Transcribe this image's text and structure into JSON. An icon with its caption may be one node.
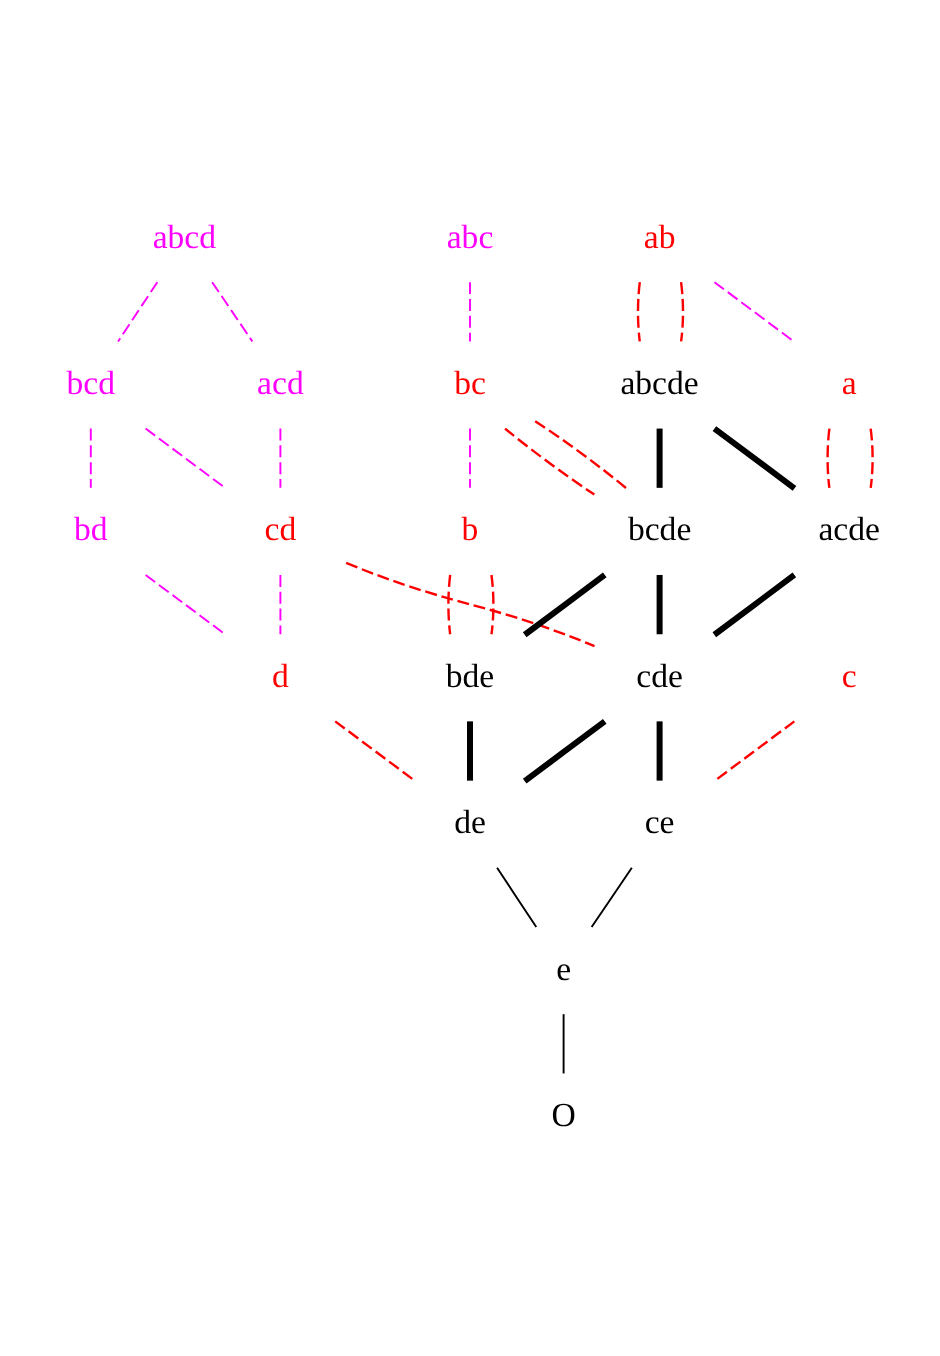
{
  "diagram": {
    "nodes": [
      {
        "text": [
          "ab"
        ]
      },
      {
        "text": [
          "a"
        ]
      },
      {
        "text": [
          "abc"
        ]
      },
      {
        "text": [
          "bc"
        ]
      },
      {
        "text": [
          "abcd"
        ]
      },
      {
        "text": [
          "b"
        ]
      },
      {
        "text": [
          "bcd"
        ]
      },
      {
        "text": [
          "acd"
        ]
      },
      {
        "text": [
          "abcde"
        ]
      },
      {
        "text": [
          "bd"
        ]
      },
      {
        "text": [
          "cd"
        ]
      },
      {
        "text": [
          "bcde"
        ]
      },
      {
        "text": [
          "acde"
        ]
      },
      {
        "text": [
          "d"
        ]
      },
      {
        "text": [
          "bde"
        ]
      },
      {
        "text": [
          "c"
        ]
      },
      {
        "text": [
          "cde"
        ]
      },
      {
        "text": [
          "de"
        ]
      },
      {
        "text": [
          "ce"
        ]
      },
      {
        "text": [
          "e"
        ]
      },
      {
        "text": [
          "O"
        ]
      }
    ],
    "edges": [
      {
        "from": 0,
        "to": 1,
        "arrow": "none",
        "style": "dashed",
        "color": "#ff00ff"
      },
      {
        "from": 0,
        "to": 8,
        "arrow": "none",
        "style": "dashed"
      },
      {
        "from": 0,
        "to": 8,
        "arrow": "none",
        "style": "dashed"
      },
      {
        "from": 1,
        "to": 12,
        "arrow": "none",
        "style": "dashed"
      },
      {
        "from": 1,
        "to": 12,
        "arrow": "none",
        "style": "dashed"
      },
      {
        "from": 2,
        "to": 3,
        "arrow": "none",
        "style": "dashed",
        "color": "#ff00ff"
      },
      {
        "from": 3,
        "to": 11,
        "arrow": "none",
        "style": "dashed"
      },
      {
        "from": 3,
        "to": 11,
        "arrow": "none",
        "style": "dashed"
      },
      {
        "from": 3,
        "to": 5,
        "arrow": "none",
        "style": "dashed",
        "color": "#ff00ff"
      },
      {
        "from": 4,
        "to": 6,
        "arrow": "none",
        "style": "dashed",
        "color": "#ff00ff"
      },
      {
        "from": 4,
        "to": 7,
        "arrow": "none",
        "style": "dashed",
        "color": "#ff00ff"
      },
      {
        "from": 5,
        "to": 14,
        "arrow": "none",
        "style": "dashed"
      },
      {
        "from": 5,
        "to": 14,
        "arrow": "none",
        "style": "dashed"
      },
      {
        "from": 6,
        "to": 9,
        "arrow": "none",
        "style": "dashed",
        "color": "#ff00ff"
      },
      {
        "from": 6,
        "to": 10,
        "arrow": "none",
        "style": "dashed",
        "color": "#ff00ff"
      },
      {
        "from": 7,
        "to": 10,
        "arrow": "none",
        "style": "dashed",
        "color": "#ff00ff"
      },
      {
        "from": 8,
        "to": 11,
        "arrow": "none",
        "style": "thick",
        "color": "#000000"
      },
      {
        "from": 8,
        "to": 12,
        "arrow": "none",
        "style": "thick",
        "color": "#000000"
      },
      {
        "from": 9,
        "to": 13,
        "arrow": "none",
        "style": "dashed",
        "color": "#ff00ff"
      },
      {
        "from": 10,
        "to": 13,
        "arrow": "none",
        "style": "dashed",
        "color": "#ff00ff"
      },
      {
        "from": 10,
        "to": 16,
        "arrow": "none",
        "style": "dashed"
      },
      {
        "from": 11,
        "to": 14,
        "arrow": "none",
        "style": "thick",
        "color": "#000000"
      },
      {
        "from": 11,
        "to": 16,
        "arrow": "none",
        "style": "thick",
        "color": "#000000"
      },
      {
        "from": 12,
        "to": 16,
        "arrow": "none",
        "style": "thick",
        "color": "#000000"
      },
      {
        "from": 13,
        "to": 17,
        "arrow": "none",
        "style": "dashed"
      },
      {
        "from": 14,
        "to": 17,
        "arrow": "none",
        "style": "thick",
        "color": "#000000"
      },
      {
        "from": 15,
        "to": 18,
        "arrow": "none",
        "style": "dashed"
      },
      {
        "from": 16,
        "to": 17,
        "arrow": "none",
        "style": "thick",
        "color": "#000000"
      },
      {
        "from": 16,
        "to": 18,
        "arrow": "none",
        "style": "thick",
        "color": "#000000"
      },
      {
        "from": 17,
        "to": 19,
        "arrow": "none",
        "color": "#000000"
      },
      {
        "from": 18,
        "to": 19,
        "arrow": "none",
        "color": "#000000"
      },
      {
        "from": 19,
        "to": 20,
        "arrow": "none",
        "color": "#000000"
      }
    ]
  }
}
